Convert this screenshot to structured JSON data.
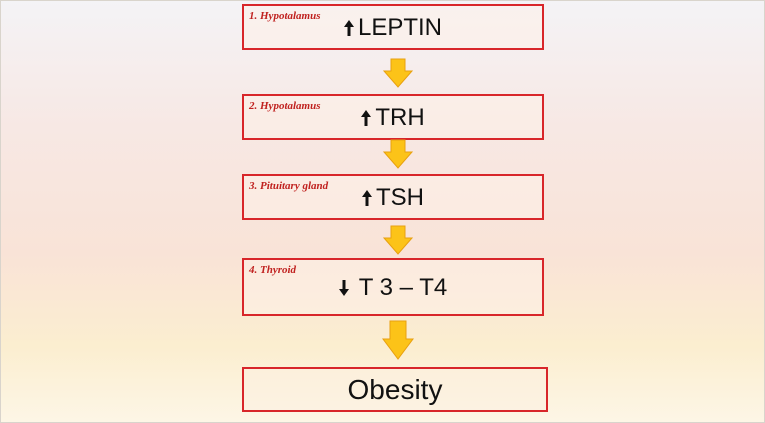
{
  "colors": {
    "border": "#d8262a",
    "label": "#c0211f",
    "arrow_fill": "#fcc318",
    "arrow_stroke": "#e8a010"
  },
  "steps": [
    {
      "tag": "1. Hypotalamus",
      "symbol_icon": "up-arrow-icon",
      "label": "LEPTIN"
    },
    {
      "tag": "2. Hypotalamus",
      "symbol_icon": "up-arrow-icon",
      "label": "TRH"
    },
    {
      "tag": "3. Pituitary gland",
      "symbol_icon": "up-arrow-icon",
      "label": "TSH"
    },
    {
      "tag": "4. Thyroid",
      "symbol_icon": "down-arrow-icon",
      "label": "T 3 – T4"
    }
  ],
  "outcome": {
    "label": "Obesity"
  }
}
